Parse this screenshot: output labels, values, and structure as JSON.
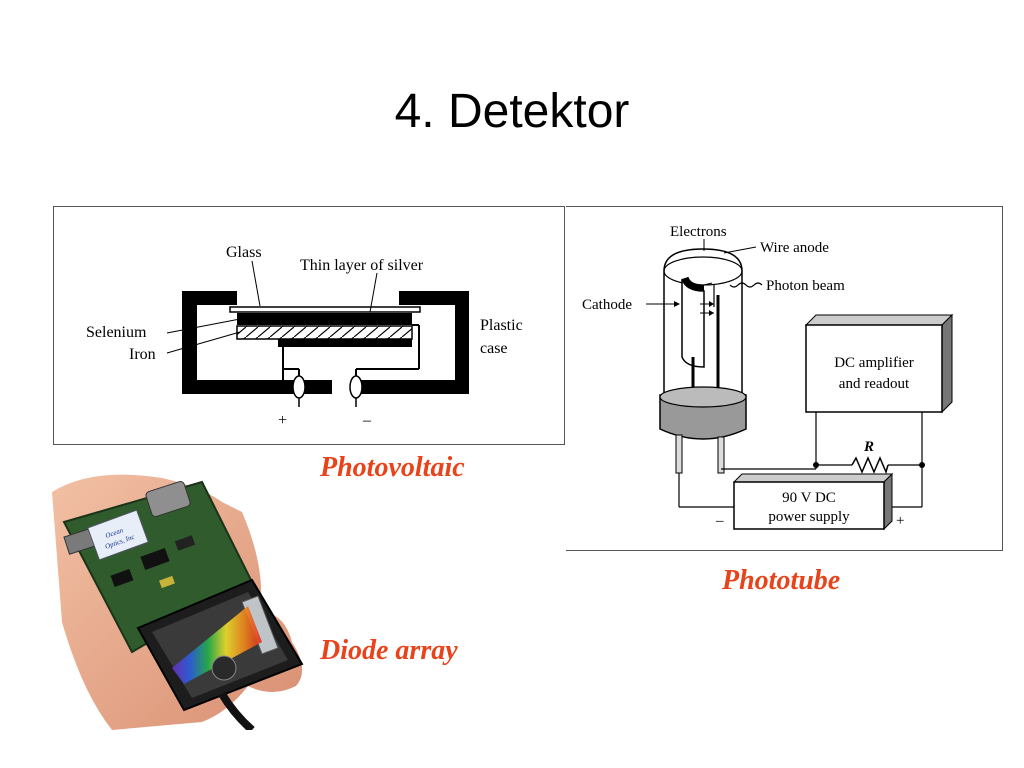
{
  "slide": {
    "title": "4. Detektor"
  },
  "photovoltaic": {
    "labels": {
      "glass": "Glass",
      "silver": "Thin layer of silver",
      "selenium": "Selenium",
      "iron": "Iron",
      "plastic": "Plastic",
      "case": "case",
      "plus": "+",
      "minus": "–"
    },
    "caption": "Photovoltaic"
  },
  "phototube": {
    "labels": {
      "electrons": "Electrons",
      "wire_anode": "Wire anode",
      "photon_beam": "Photon beam",
      "cathode": "Cathode",
      "amp_line1": "DC amplifier",
      "amp_line2": "and readout",
      "resistor": "R",
      "ps_line1": "90 V DC",
      "ps_line2": "power supply",
      "minus": "–",
      "plus": "+"
    },
    "caption": "Phototube"
  },
  "diode_array": {
    "logo_line1": "Ocean",
    "logo_line2": "Optics, Inc",
    "caption": "Diode array"
  }
}
